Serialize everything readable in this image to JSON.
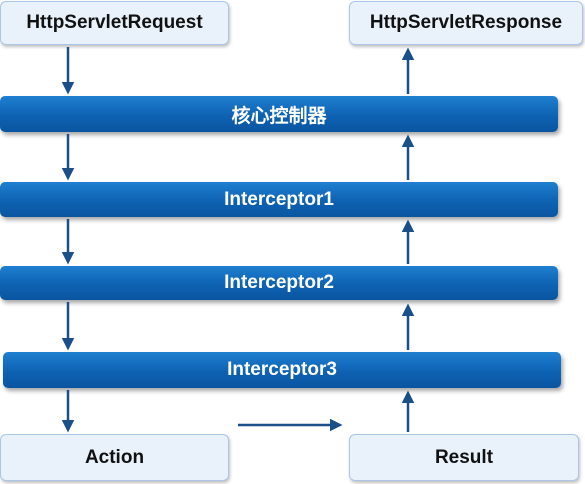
{
  "nodes": {
    "request": "HttpServletRequest",
    "response": "HttpServletResponse",
    "action": "Action",
    "result": "Result"
  },
  "layers": [
    "核心控制器",
    "Interceptor1",
    "Interceptor2",
    "Interceptor3"
  ],
  "colors": {
    "bar": "#0e62b2",
    "box_fill": "#e9f2fb",
    "box_border": "#a9c6e6",
    "arrow": "#1b4f8a"
  }
}
